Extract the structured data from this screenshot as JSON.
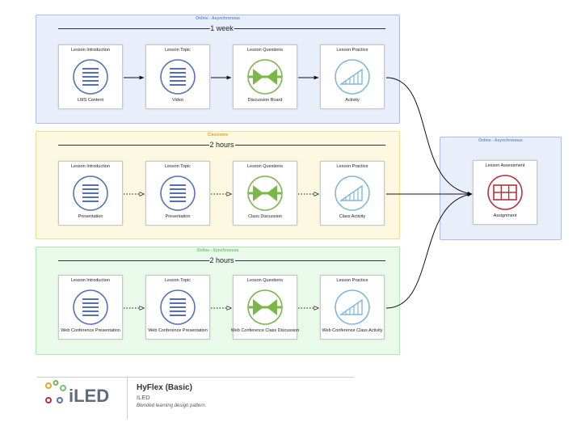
{
  "lanes": [
    {
      "title": "Online - Asynchronous",
      "duration": "1 week",
      "color": "#6b8ed6",
      "cards": [
        {
          "title": "Lesson Introduction",
          "label": "LMS Content",
          "icon": "document-icon"
        },
        {
          "title": "Lesson Topic",
          "label": "Video",
          "icon": "document-icon"
        },
        {
          "title": "Lesson Questions",
          "label": "Discussion Board",
          "icon": "converge-arrows-icon"
        },
        {
          "title": "Lesson Practice",
          "label": "Activity",
          "icon": "ascending-bars-icon"
        }
      ]
    },
    {
      "title": "Classroom",
      "duration": "2 hours",
      "color": "#e3a72f",
      "cards": [
        {
          "title": "Lesson Introduction",
          "label": "Presentation",
          "icon": "document-icon"
        },
        {
          "title": "Lesson Topic",
          "label": "Presentation",
          "icon": "document-icon"
        },
        {
          "title": "Lesson Questions",
          "label": "Class Discussion",
          "icon": "converge-arrows-icon"
        },
        {
          "title": "Lesson Practice",
          "label": "Class Activity",
          "icon": "ascending-bars-icon"
        }
      ]
    },
    {
      "title": "Online - Synchronous",
      "duration": "2 hours",
      "color": "#6cc66c",
      "cards": [
        {
          "title": "Lesson Introduction",
          "label": "Web Conference Presentation",
          "icon": "document-icon"
        },
        {
          "title": "Lesson Topic",
          "label": "Web Conference Presentation",
          "icon": "document-icon"
        },
        {
          "title": "Lesson Questions",
          "label": "Web Conference Class Discussion",
          "icon": "converge-arrows-icon"
        },
        {
          "title": "Lesson Practice",
          "label": "Web Conference Class Activity",
          "icon": "ascending-bars-icon"
        }
      ]
    }
  ],
  "assessment": {
    "lane_title": "Online - Asynchronous",
    "title": "Lesson Assessment",
    "label": "Assignment",
    "icon": "grid-table-icon",
    "color": "#6b8ed6"
  },
  "colors": {
    "blue_icon": "#5570b8",
    "green_icon": "#7ab648",
    "lightblue_icon": "#7fb8dc",
    "red_icon": "#b8303a"
  },
  "footer": {
    "logo_text": "iLED",
    "title": "HyFlex (Basic)",
    "subtitle": "ILED",
    "description": "Blended learning design pattern."
  }
}
